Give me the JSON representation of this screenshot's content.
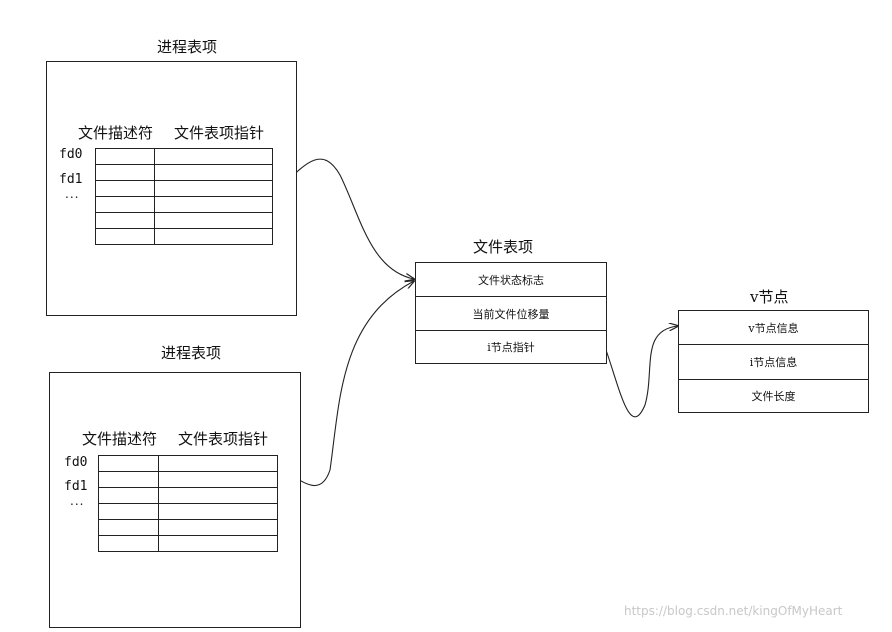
{
  "process_tables": [
    {
      "title": "进程表项",
      "col_fd": "文件描述符",
      "col_ptr": "文件表项指针",
      "fd0": "fd0",
      "fd1": "fd1",
      "dots": "..."
    },
    {
      "title": "进程表项",
      "col_fd": "文件描述符",
      "col_ptr": "文件表项指针",
      "fd0": "fd0",
      "fd1": "fd1",
      "dots": "..."
    }
  ],
  "file_table": {
    "title": "文件表项",
    "rows": [
      "文件状态标志",
      "当前文件位移量",
      "i节点指针"
    ]
  },
  "vnode": {
    "title": "v节点",
    "rows": [
      "v节点信息",
      "i节点信息",
      "文件长度"
    ]
  },
  "watermark": "https://blog.csdn.net/kingOfMyHeart"
}
